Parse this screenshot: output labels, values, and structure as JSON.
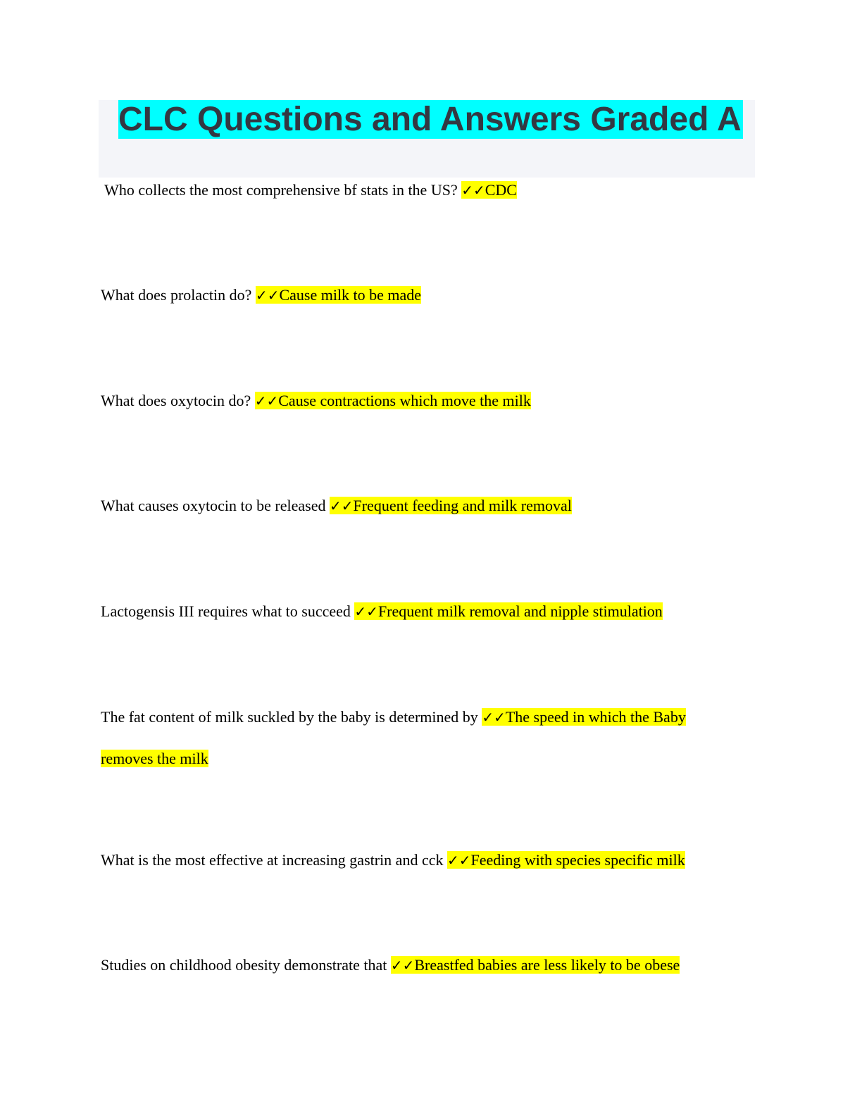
{
  "title": "CLC Questions and Answers Graded A",
  "check_mark": "✓✓",
  "items": [
    {
      "question": " Who collects the most comprehensive bf stats in the US? ",
      "answer": "CDC"
    },
    {
      "question": "What does prolactin do? ",
      "answer": "Cause milk to be made"
    },
    {
      "question": "What does oxytocin do? ",
      "answer": "Cause contractions which move the milk"
    },
    {
      "question": "What causes oxytocin to be released ",
      "answer": "Frequent feeding and milk removal"
    },
    {
      "question": "Lactogensis III requires what to succeed ",
      "answer": "Frequent milk removal and nipple stimulation"
    },
    {
      "question": "The fat content of milk suckled by the baby is determined by ",
      "answer": "The speed in which the Baby",
      "answer_cont": "removes the milk"
    },
    {
      "question": "What is the most effective at increasing gastrin and cck ",
      "answer": "Feeding with species specific milk"
    },
    {
      "question": "Studies on childhood obesity demonstrate that ",
      "answer": "Breastfed babies are less likely to be obese"
    }
  ]
}
